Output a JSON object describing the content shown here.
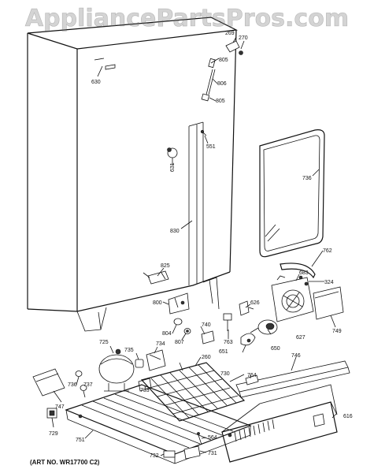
{
  "watermark": "AppliancePartsPros.com",
  "art_no": "(ART NO. WR17700 C2)",
  "part_labels": {
    "l269": "269",
    "l270": "270",
    "l630": "630",
    "l805a": "805",
    "l806": "806",
    "l805b": "805",
    "l551": "551",
    "l631": "631",
    "l736": "736",
    "l830": "830",
    "l825": "825",
    "l762": "762",
    "l683": "683",
    "l324": "324",
    "l800": "800",
    "l626": "626",
    "l749": "749",
    "l804": "804",
    "l807": "807",
    "l740": "740",
    "l763": "763",
    "l627": "627",
    "l725": "725",
    "l735": "735",
    "l734": "734",
    "l651": "651",
    "l650": "650",
    "l260": "260",
    "l746": "746",
    "l730": "730",
    "l764": "764",
    "l747": "747",
    "l736b": "736",
    "l737": "737",
    "l733": "733",
    "l616": "616",
    "l729": "729",
    "l751": "751",
    "l564": "564",
    "l732": "732",
    "l731": "731"
  }
}
